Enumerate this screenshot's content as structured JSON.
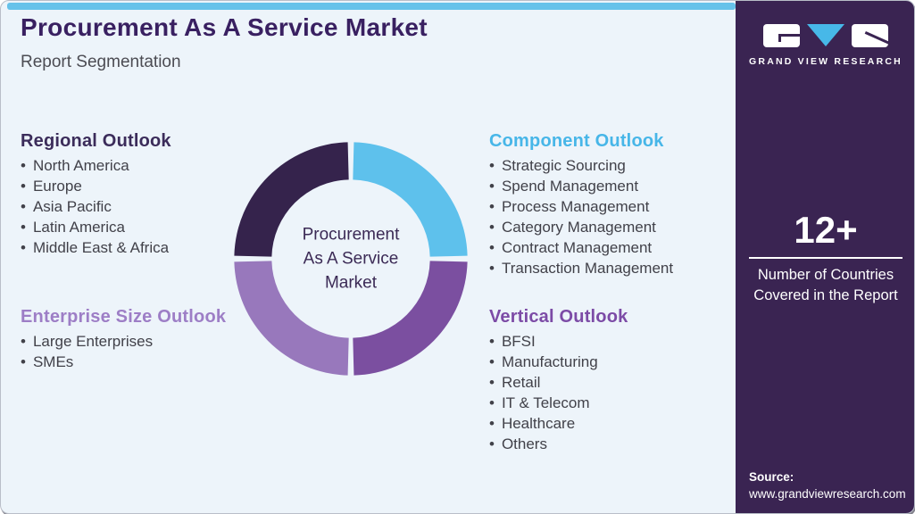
{
  "header": {
    "title": "Procurement As A Service Market",
    "subtitle": "Report Segmentation"
  },
  "sections": {
    "regional": {
      "heading": "Regional Outlook",
      "color": "#3b2c5a",
      "items": [
        "North America",
        "Europe",
        "Asia Pacific",
        "Latin America",
        "Middle East & Africa"
      ]
    },
    "component": {
      "heading": "Component Outlook",
      "color": "#47b6e8",
      "items": [
        "Strategic Sourcing",
        "Spend Management",
        "Process Management",
        "Category Management",
        "Contract Management",
        "Transaction Management"
      ]
    },
    "enterprise": {
      "heading": "Enterprise Size Outlook",
      "color": "#9d7ec6",
      "items": [
        "Large Enterprises",
        "SMEs"
      ]
    },
    "vertical": {
      "heading": "Vertical Outlook",
      "color": "#7c4ba6",
      "items": [
        "BFSI",
        "Manufacturing",
        "Retail",
        "IT & Telecom",
        "Healthcare",
        "Others"
      ]
    }
  },
  "donut": {
    "center_lines": [
      "Procurement",
      "As A Service",
      "Market"
    ],
    "segments": [
      {
        "name": "Component Outlook",
        "color": "#5ec1ec"
      },
      {
        "name": "Vertical Outlook",
        "color": "#7b4fa0"
      },
      {
        "name": "Enterprise Size Outlook",
        "color": "#9878bc"
      },
      {
        "name": "Regional Outlook",
        "color": "#35234c"
      }
    ]
  },
  "chart_data": {
    "type": "pie",
    "title": "Procurement As A Service Market",
    "categories": [
      "Component Outlook",
      "Vertical Outlook",
      "Enterprise Size Outlook",
      "Regional Outlook"
    ],
    "values": [
      25,
      25,
      25,
      25
    ],
    "colors": [
      "#5ec1ec",
      "#7b4fa0",
      "#9878bc",
      "#35234c"
    ],
    "center_label": "Procurement As A Service Market",
    "legend_position": "none"
  },
  "sidebar": {
    "brand_name": "GRAND VIEW RESEARCH",
    "accent": "#47b8e8",
    "background": "#3a2452",
    "stat_value": "12+",
    "stat_label_line1": "Number of Countries",
    "stat_label_line2": "Covered in the Report",
    "source_label": "Source:",
    "source_url": "www.grandviewresearch.com"
  },
  "colors": {
    "card_background": "#edf4fa",
    "top_bar": "#66c2ea",
    "title": "#392061",
    "subtitle": "#4c4c53",
    "list_text": "#414149"
  }
}
